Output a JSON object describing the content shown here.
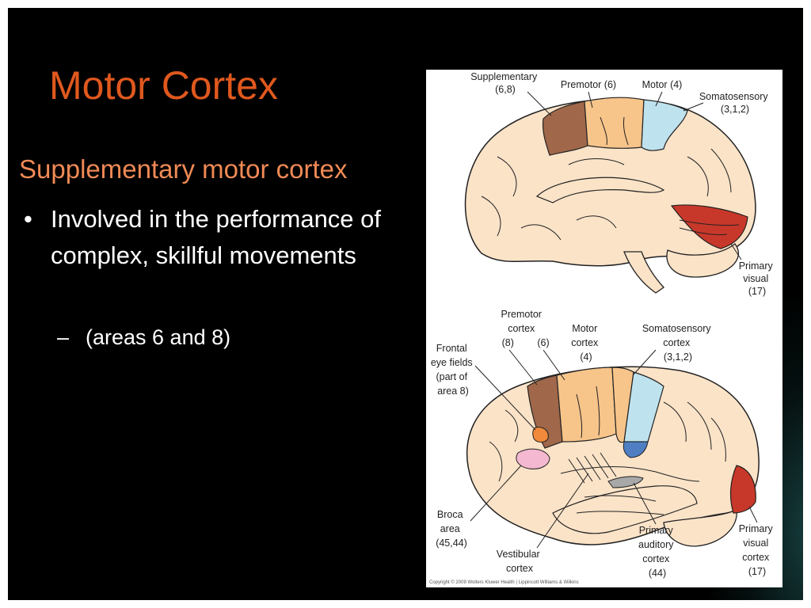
{
  "slide": {
    "title": "Motor Cortex",
    "subtitle": "Supplementary motor cortex",
    "bullet_marker": "•",
    "bullet_text": "Involved in the performance of complex, skillful movements",
    "sub_marker": "–",
    "sub_text": "(areas 6 and 8)"
  },
  "figure": {
    "medial": {
      "supplementary": [
        "Supplementary",
        "(6,8)"
      ],
      "premotor": [
        "Premotor (6)"
      ],
      "motor": [
        "Motor (4)"
      ],
      "somatosensory": [
        "Somatosensory",
        "(3,1,2)"
      ],
      "visual": [
        "Primary",
        "visual",
        "(17)"
      ]
    },
    "lateral": {
      "premotor": [
        "Premotor",
        "cortex",
        "(8)",
        "(6)"
      ],
      "motor": [
        "Motor",
        "cortex",
        "(4)"
      ],
      "somatosensory": [
        "Somatosensory",
        "cortex",
        "(3,1,2)"
      ],
      "frontal_eye": [
        "Frontal",
        "eye fields",
        "(part of",
        "area 8)"
      ],
      "broca": [
        "Broca",
        "area",
        "(45,44)"
      ],
      "vestibular": [
        "Vestibular",
        "cortex"
      ],
      "auditory": [
        "Primary",
        "auditory",
        "cortex",
        "(44)"
      ],
      "visual": [
        "Primary",
        "visual",
        "cortex",
        "(17)"
      ]
    },
    "copyright": "Copyright © 2009 Wolters Kluwer Health | Lippincott Williams & Wilkins"
  },
  "colors": {
    "title": "#e0581e",
    "subtitle": "#f08a55",
    "brain_base": "#fbe3c8",
    "supplementary": "#a0674a",
    "premotor": "#f7c48a",
    "motor": "#bfe3ee",
    "visual": "#c8382a",
    "broca": "#f4b8d0",
    "auditory": "#a8a8a8",
    "frontal_eye": "#f08a3a",
    "somatosensory_lateral": "#4f7fc2"
  }
}
